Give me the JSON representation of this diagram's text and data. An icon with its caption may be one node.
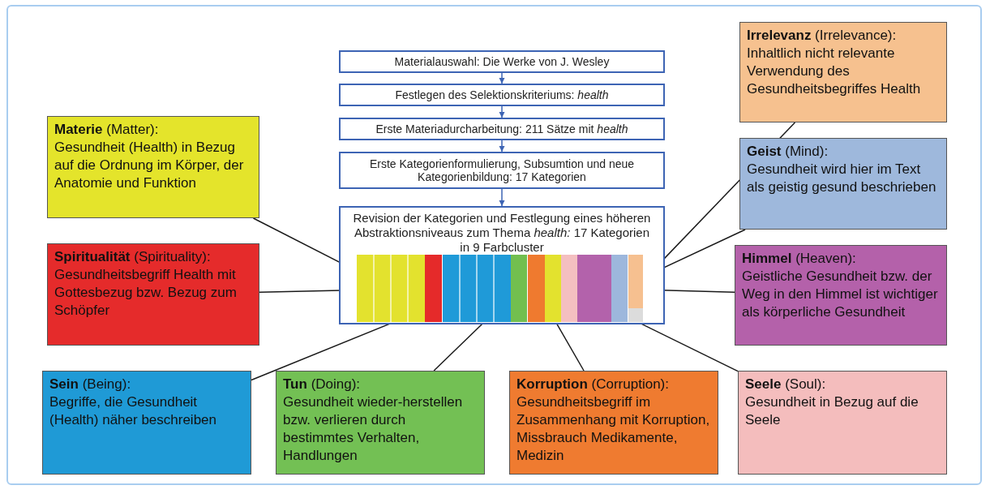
{
  "diagram": {
    "nodes": [
      {
        "text": [
          "Materialauswahl: Die Werke von J. Wesley"
        ]
      },
      {
        "text": [
          "Festlegen des Selektionskriteriums: *health*"
        ]
      },
      {
        "text": [
          "Erste Materiadurcharbeitung: 211 Sätze mit *health*"
        ]
      },
      {
        "text": [
          "Erste Kategorienformulierung, Subsumtion und neue Kategorienbildung: 17 Kategorien"
        ]
      },
      {
        "text": [
          "Revision der Kategorien und Festlegung eines höheren Abstraktionsniveaus zum Thema *health:* 17 Kategorien in 9 Farbcluster"
        ]
      },
      {
        "text": [],
        "shape": "bar",
        "in": 4
      },
      {
        "text": [],
        "shape": "bar",
        "in": 4
      },
      {
        "text": [],
        "shape": "bar",
        "in": 4
      },
      {
        "text": [],
        "shape": "bar",
        "in": 4
      },
      {
        "text": [],
        "shape": "bar",
        "in": 4
      },
      {
        "text": [],
        "shape": "bar",
        "in": 4
      },
      {
        "text": [],
        "shape": "bar",
        "in": 4
      },
      {
        "text": [],
        "shape": "bar",
        "in": 4
      },
      {
        "text": [],
        "shape": "bar",
        "in": 4
      },
      {
        "text": [],
        "shape": "bar",
        "in": 4
      },
      {
        "text": [
          "**Materie** (Matter):",
          "Gesundheit (Health) in Bezug auf die Ordnung im Körper, der Anatomie und Funktion"
        ]
      },
      {
        "text": [
          "**Spiritualität** (Spirituality):",
          "Gesundheitsbegriff Health mit Gottesbezug bzw. Bezug zum Schöpfer"
        ]
      },
      {
        "text": [
          "**Sein** (Being):",
          "Begriffe, die Gesundheit (Health) näher beschreiben"
        ]
      },
      {
        "text": [
          "**Tun** (Doing):",
          "Gesundheit wieder-herstellen bzw. verlieren durch bestimmtes Verhalten, Handlungen"
        ]
      },
      {
        "text": [
          "**Korruption** (Corruption):",
          "Gesundheitsbegriff im Zusammenhang mit Korruption, Missbrauch Medikamente, Medizin"
        ]
      },
      {
        "text": [
          "**Seele** (Soul):",
          "Gesundheit in Bezug auf die Seele"
        ]
      },
      {
        "text": [
          "**Irrelevanz** (Irrelevance):",
          "Inhaltlich nicht relevante Verwendung des Gesundheitsbegriffes Health"
        ]
      },
      {
        "text": [
          "**Geist** (Mind):",
          "Gesundheit wird hier im Text als geistig gesund beschrieben"
        ]
      },
      {
        "text": [
          "**Himmel** (Heaven):",
          "Geistliche Gesundheit bzw. der Weg in den Himmel ist wichtiger als körperliche Gesundheit"
        ]
      }
    ],
    "edges": [
      {
        "from": 0,
        "to": 1,
        "arrow": "to",
        "color": "#3d64b4"
      },
      {
        "from": 1,
        "to": 2,
        "arrow": "to",
        "color": "#3d64b4"
      },
      {
        "from": 2,
        "to": 3,
        "arrow": "to",
        "color": "#3d64b4"
      },
      {
        "from": 3,
        "to": 4,
        "arrow": "to",
        "color": "#3d64b4"
      },
      {
        "from": 15,
        "to": 5,
        "arrow": "none"
      },
      {
        "from": 16,
        "to": 6,
        "arrow": "none"
      },
      {
        "from": 17,
        "to": 7,
        "arrow": "none"
      },
      {
        "from": 18,
        "to": 8,
        "arrow": "none"
      },
      {
        "from": 19,
        "to": 9,
        "arrow": "none"
      },
      {
        "from": 20,
        "to": 11,
        "arrow": "none"
      },
      {
        "from": 21,
        "to": 14,
        "arrow": "none"
      },
      {
        "from": 22,
        "to": 13,
        "arrow": "none"
      },
      {
        "from": 23,
        "to": 12,
        "arrow": "none"
      }
    ]
  }
}
